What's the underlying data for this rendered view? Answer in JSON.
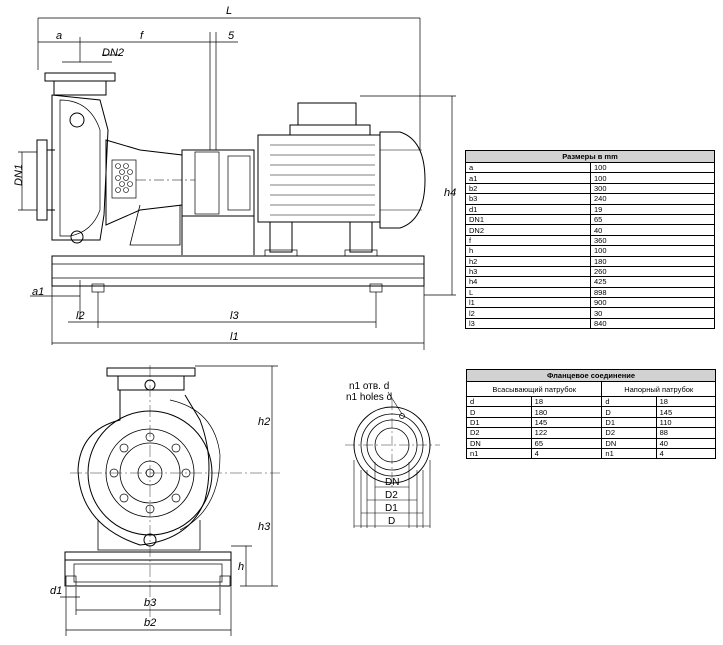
{
  "dimensions_table": {
    "title": "Размеры в mm",
    "rows": [
      {
        "name": "a",
        "value": "100"
      },
      {
        "name": "a1",
        "value": "100"
      },
      {
        "name": "b2",
        "value": "300"
      },
      {
        "name": "b3",
        "value": "240"
      },
      {
        "name": "d1",
        "value": "19"
      },
      {
        "name": "DN1",
        "value": "65"
      },
      {
        "name": "DN2",
        "value": "40"
      },
      {
        "name": "f",
        "value": "360"
      },
      {
        "name": "h",
        "value": "100"
      },
      {
        "name": "h2",
        "value": "180"
      },
      {
        "name": "h3",
        "value": "260"
      },
      {
        "name": "h4",
        "value": "425"
      },
      {
        "name": "L",
        "value": "898"
      },
      {
        "name": "l1",
        "value": "900"
      },
      {
        "name": "l2",
        "value": "30"
      },
      {
        "name": "l3",
        "value": "840"
      }
    ]
  },
  "flange_table": {
    "title": "Фланцевое соединение",
    "suction_header": "Всасывающий патрубок",
    "discharge_header": "Напорный патрубок",
    "rows": [
      {
        "s_name": "d",
        "s_val": "18",
        "d_name": "d",
        "d_val": "18"
      },
      {
        "s_name": "D",
        "s_val": "180",
        "d_name": "D",
        "d_val": "145"
      },
      {
        "s_name": "D1",
        "s_val": "145",
        "d_name": "D1",
        "d_val": "110"
      },
      {
        "s_name": "D2",
        "s_val": "122",
        "d_name": "D2",
        "d_val": "88"
      },
      {
        "s_name": "DN",
        "s_val": "65",
        "d_name": "DN",
        "d_val": "40"
      },
      {
        "s_name": "n1",
        "s_val": "4",
        "d_name": "n1",
        "d_val": "4"
      }
    ]
  },
  "drawing_labels": {
    "L": "L",
    "a": "a",
    "f": "f",
    "five": "5",
    "DN2": "DN2",
    "DN1": "DN1",
    "h4": "h4",
    "a1": "a1",
    "l2": "l2",
    "l3": "l3",
    "l1": "l1",
    "h2": "h2",
    "h3": "h3",
    "h": "h",
    "d1": "d1",
    "b3": "b3",
    "b2": "b2",
    "holes_ru": "n1 отв. d",
    "holes_en": "n1 holes d",
    "DN": "DN",
    "D2": "D2",
    "D1": "D1",
    "D": "D"
  }
}
